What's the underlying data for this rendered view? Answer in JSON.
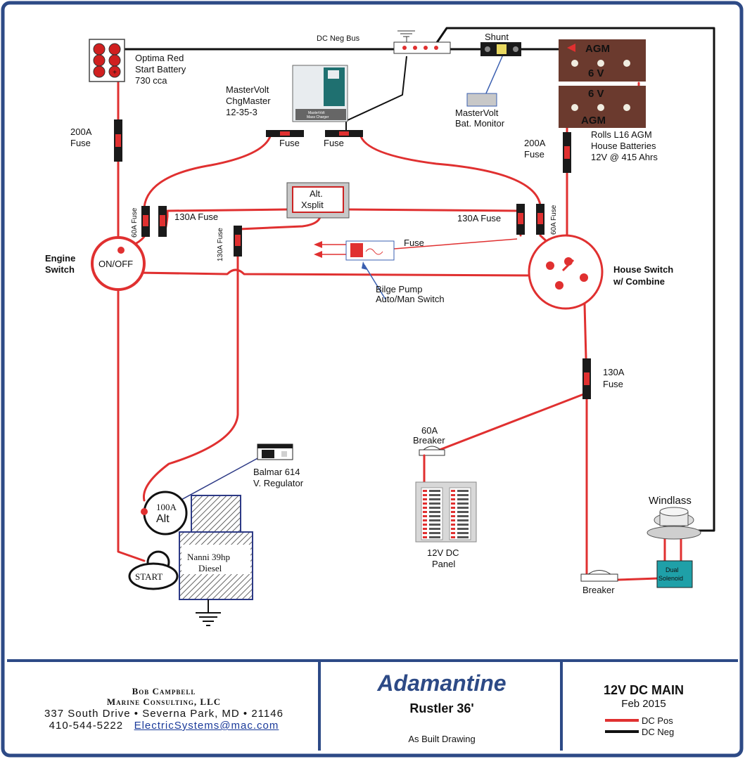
{
  "labels": {
    "dc_neg_bus": "DC Neg Bus",
    "shunt": "Shunt",
    "agm": "AGM",
    "six_v": "6 V",
    "battery_start": [
      "Optima Red",
      "Start Battery",
      "730 cca"
    ],
    "charger": [
      "MasterVolt",
      "ChgMaster",
      "12-35-3"
    ],
    "charger_faceplate": [
      "MasterVolt",
      "Mass Charger"
    ],
    "monitor": [
      "MasterVolt",
      "Bat. Monitor"
    ],
    "house_batteries": [
      "Rolls L16 AGM",
      "House Batteries",
      "12V @ 415 Ahrs"
    ],
    "fuse_200a": [
      "200A",
      "Fuse"
    ],
    "fuse": "Fuse",
    "fuse_60a_vertical": "60A Fuse",
    "fuse_130a": "130A Fuse",
    "fuse_130a_vertical": "130A Fuse",
    "fuse_130a_stack": [
      "130A",
      "Fuse"
    ],
    "splitter": [
      "Alt.",
      "Xsplit"
    ],
    "engine_switch": [
      "Engine",
      "Switch"
    ],
    "engine_switch_face": "ON/OFF",
    "house_switch": [
      "House Switch",
      "w/ Combine"
    ],
    "bilge": [
      "Bilge Pump",
      "Auto/Man Switch"
    ],
    "breaker_60a": [
      "60A",
      "Breaker"
    ],
    "panel": [
      "12V DC",
      "Panel"
    ],
    "regulator": [
      "Balmar 614",
      "V. Regulator"
    ],
    "alternator": [
      "100A",
      "Alt"
    ],
    "engine": [
      "Nanni 39hp",
      "Diesel"
    ],
    "starter": "START",
    "windlass": "Windlass",
    "solenoid": [
      "Dual",
      "Solenoid"
    ],
    "breaker": "Breaker"
  },
  "title_block": {
    "company_name": "Bob Campbell",
    "company_firm": "Marine Consulting, LLC",
    "address": "337 South Drive • Severna Park, MD • 21146",
    "phone": "410-544-5222",
    "email": "ElectricSystems@mac.com",
    "boat_name": "Adamantine",
    "boat_model": "Rustler 36'",
    "drawing_status": "As Built Drawing",
    "drawing_title": "12V DC MAIN",
    "drawing_date": "Feb  2015",
    "legend": [
      {
        "label": "DC Pos",
        "color": "#e03030"
      },
      {
        "label": "DC Neg",
        "color": "#111111"
      }
    ]
  },
  "colors": {
    "positive": "#e03030",
    "negative": "#111111",
    "border": "#2d4a86",
    "battery": "#6b3a2e",
    "solenoid": "#1fa0a8"
  }
}
